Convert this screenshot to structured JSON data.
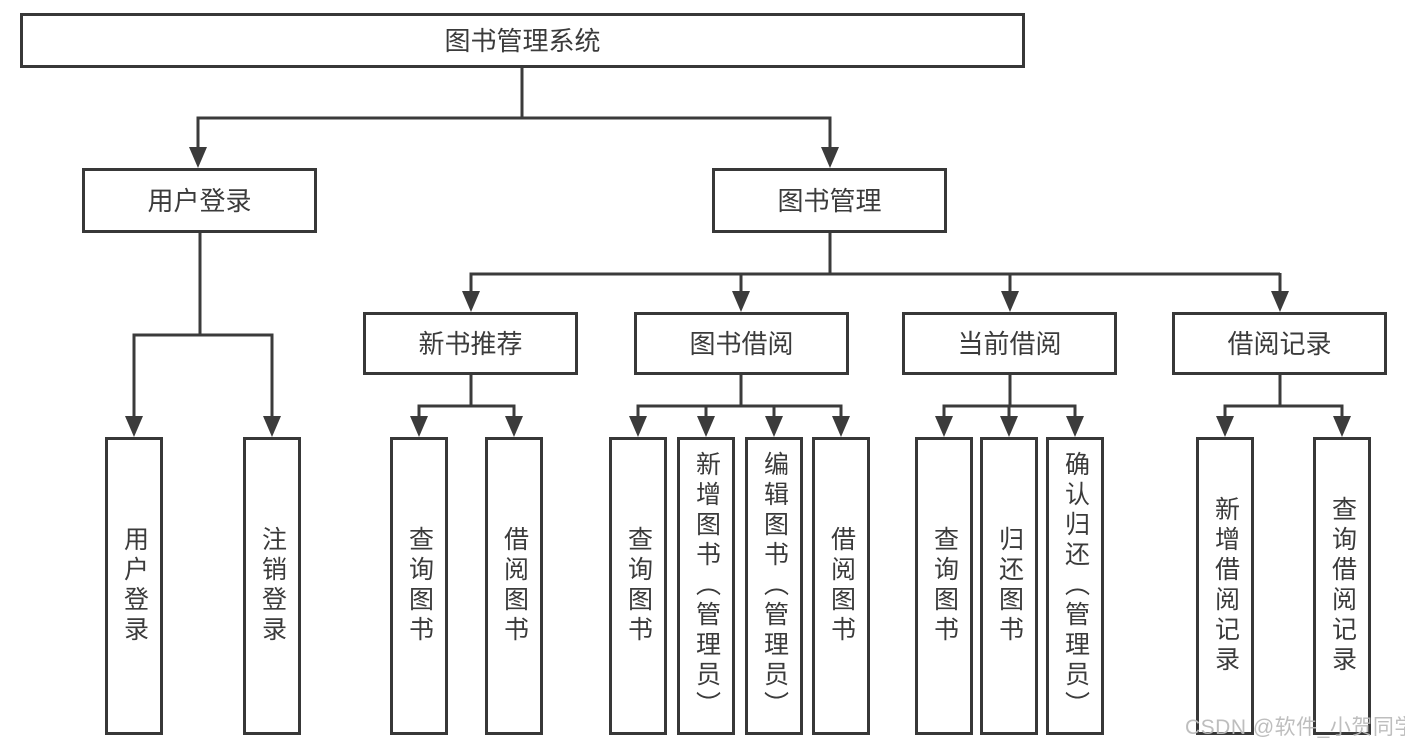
{
  "root": {
    "label": "图书管理系统"
  },
  "level2": {
    "user_login": {
      "label": "用户登录"
    },
    "book_management": {
      "label": "图书管理"
    }
  },
  "level3": {
    "new_book_recommend": {
      "label": "新书推荐"
    },
    "book_borrowing": {
      "label": "图书借阅"
    },
    "current_borrowing": {
      "label": "当前借阅"
    },
    "borrowing_records": {
      "label": "借阅记录"
    }
  },
  "leaves": {
    "user_login": [
      "用户登录",
      "注销登录"
    ],
    "new_book_recommend": [
      "查询图书",
      "借阅图书"
    ],
    "book_borrowing": [
      "查询图书",
      "新增图书（管理员）",
      "编辑图书（管理员）",
      "借阅图书"
    ],
    "current_borrowing": [
      "查询图书",
      "归还图书",
      "确认归还（管理员）"
    ],
    "borrowing_records": [
      "新增借阅记录",
      "查询借阅记录"
    ]
  },
  "watermark": {
    "text": "CSDN @软件_小贺同学"
  },
  "colors": {
    "line": "#3b3b3b",
    "border": "#383838",
    "text": "#3b3b3b",
    "watermark": "#bababa",
    "background": "#ffffff"
  }
}
